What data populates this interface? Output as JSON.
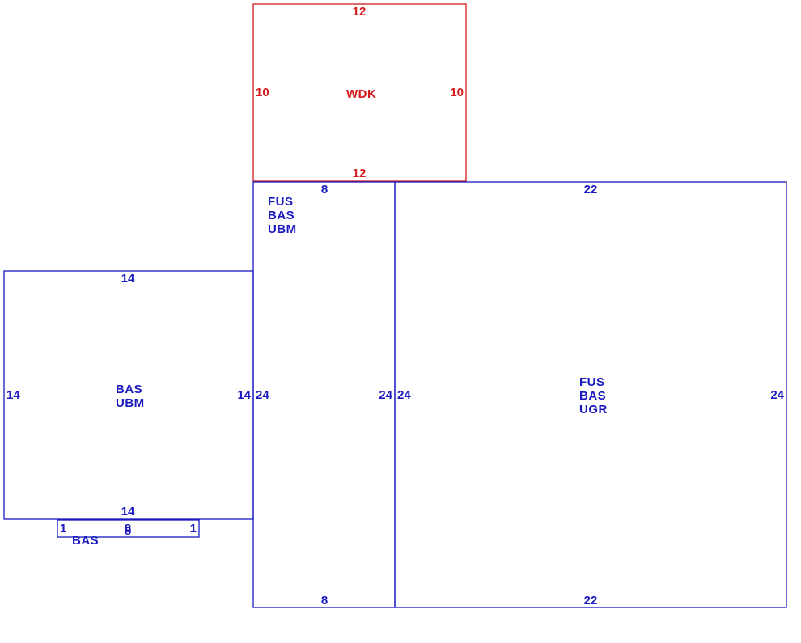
{
  "colors": {
    "blue": "#1a1abf",
    "red": "#d41a1a"
  },
  "areas": {
    "wdk": {
      "codes": [
        "WDK"
      ],
      "top": "12",
      "bottom": "12",
      "left": "10",
      "right": "10"
    },
    "middle": {
      "codes": [
        "FUS",
        "BAS",
        "UBM"
      ],
      "top": "8",
      "bottom": "8",
      "left": "24",
      "right": "24"
    },
    "right": {
      "codes": [
        "FUS",
        "BAS",
        "UGR"
      ],
      "top": "22",
      "bottom": "22",
      "left": "24",
      "right": "24"
    },
    "left": {
      "codes": [
        "BAS",
        "UBM"
      ],
      "top": "14",
      "bottom": "14",
      "left": "14",
      "right": "14"
    },
    "small": {
      "codes": [
        "BAS"
      ],
      "top": "8",
      "bottom": "8",
      "left": "1",
      "right": "1"
    }
  }
}
